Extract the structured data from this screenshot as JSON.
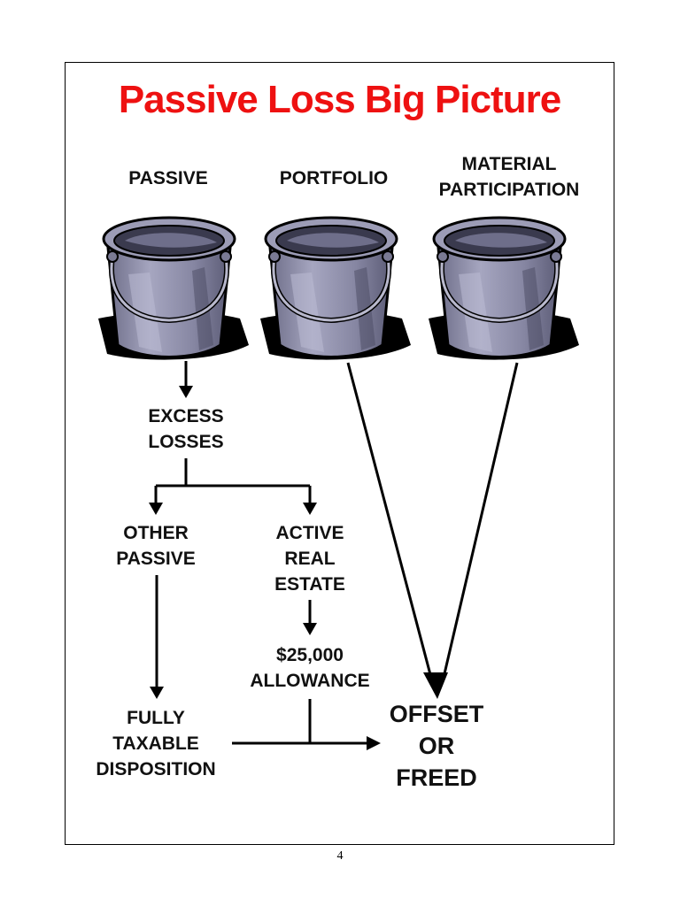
{
  "title": "Passive Loss Big Picture",
  "buckets": [
    {
      "lines": [
        "PASSIVE"
      ]
    },
    {
      "lines": [
        "PORTFOLIO"
      ]
    },
    {
      "lines": [
        "MATERIAL",
        "PARTICIPATION"
      ]
    }
  ],
  "nodes": {
    "excess_losses": [
      "EXCESS",
      "LOSSES"
    ],
    "other_passive": [
      "OTHER",
      "PASSIVE"
    ],
    "active_real_estate": [
      "ACTIVE",
      "REAL",
      "ESTATE"
    ],
    "allowance": [
      "$25,000",
      "ALLOWANCE"
    ],
    "fully_taxable": [
      "FULLY",
      "TAXABLE",
      "DISPOSITION"
    ],
    "offset": [
      "OFFSET",
      "OR",
      "FREED"
    ]
  },
  "colors": {
    "title": "#ee1111",
    "bucket_body": "#8c8ca8",
    "bucket_dark": "#55556e",
    "line": "#000000"
  },
  "page_number": "4"
}
